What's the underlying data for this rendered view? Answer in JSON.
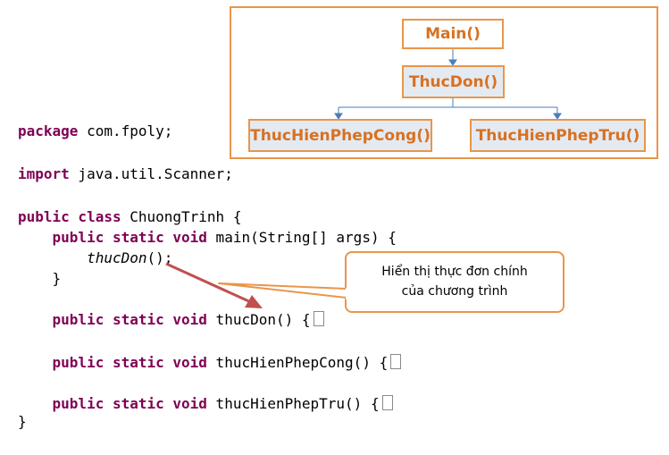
{
  "diagram": {
    "nodes": {
      "main": "Main()",
      "menu": "ThucDon()",
      "add": "ThucHienPhepCong()",
      "sub": "ThucHienPhepTru()"
    }
  },
  "code": {
    "package_kw": "package",
    "package_name": " com.fpoly;",
    "import_kw": "import",
    "import_name": " java.util.Scanner;",
    "class_kw": "public class",
    "class_name": " ChuongTrinh {",
    "main_kw": "    public static void",
    "main_sig": " main(String[] args) {",
    "call": "        thucDon",
    "call_tail": "();",
    "close_main": "    }",
    "menu_kw": "    public static void",
    "menu_sig": " thucDon() {",
    "add_kw": "    public static void",
    "add_sig": " thucHienPhepCong() {",
    "sub_kw": "    public static void",
    "sub_sig": " thucHienPhepTru() {",
    "close_class": "}"
  },
  "callout": {
    "line1": "Hiển thị thực đơn chính",
    "line2": "của chương trình"
  },
  "colors": {
    "accent": "#e8964a",
    "node_text": "#d9711f",
    "connector": "#4a7ebb",
    "keyword": "#7f0055",
    "arrow": "#c0504d"
  }
}
